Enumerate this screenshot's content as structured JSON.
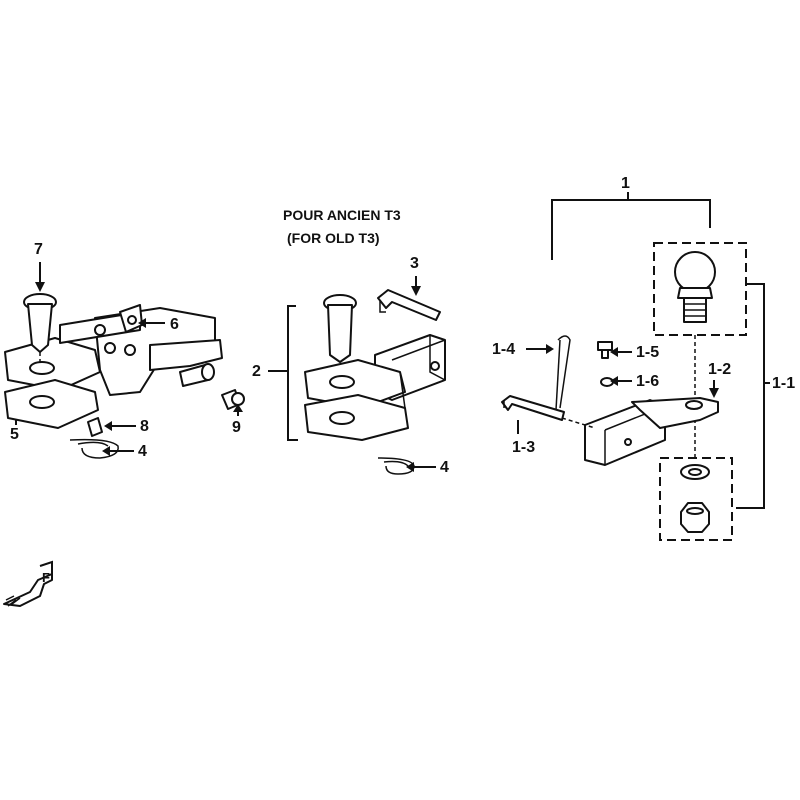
{
  "diagram": {
    "caption_line1": "POUR ANCIEN T3",
    "caption_line2": "(FOR OLD T3)",
    "labels": {
      "l7": "7",
      "l6": "6",
      "l5": "5",
      "l8": "8",
      "l4a": "4",
      "l9": "9",
      "l2": "2",
      "l3": "3",
      "l4b": "4",
      "l1": "1",
      "l1_1": "1-1",
      "l1_2": "1-2",
      "l1_3": "1-3",
      "l1_4": "1-4",
      "l1_5": "1-5",
      "l1_6": "1-6"
    },
    "front_symbol": "F"
  }
}
